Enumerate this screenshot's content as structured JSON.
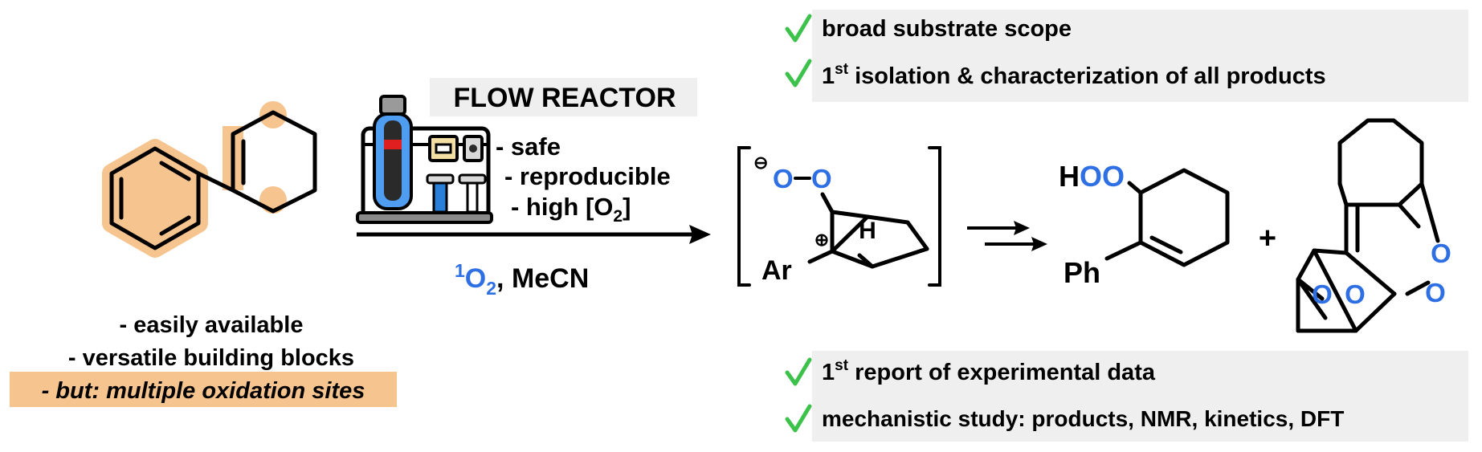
{
  "starting_material": {
    "notes": [
      "- easily available",
      "- versatile building blocks",
      "- but: multiple oxidation sites"
    ],
    "highlight_color": "#f6c48f"
  },
  "reactor": {
    "title": "FLOW REACTOR",
    "bullets": [
      "- safe",
      "- reproducible",
      "- high [O"
    ],
    "o2_subscript": "2",
    "close_bracket": "]",
    "icon": "flow-reactor-icon"
  },
  "conditions": {
    "singlet_superscript": "1",
    "singlet_o": "O",
    "singlet_subscript": "2",
    "solvent": ", MeCN"
  },
  "intermediate": {
    "charge_minus": "⊖",
    "charge_plus": "⊕",
    "peroxide": [
      "O",
      "O"
    ],
    "ar_label": "Ar",
    "h_label": "H"
  },
  "products": {
    "hydroperoxide": {
      "h": "H",
      "oo": "OO",
      "ph": "Ph"
    },
    "plus": "+",
    "endoperoxide_o_labels": [
      "O",
      "O",
      "O",
      "O"
    ]
  },
  "top_checks": {
    "items": [
      {
        "text": "broad substrate scope"
      },
      {
        "pre": "1",
        "sup": "st",
        "text": " isolation & characterization of all products"
      }
    ]
  },
  "bottom_checks": {
    "items": [
      {
        "pre": "1",
        "sup": "st",
        "text": " report of experimental data"
      },
      {
        "text": "mechanistic study: products, NMR, kinetics, DFT"
      }
    ]
  },
  "colors": {
    "check": "#3cc24a",
    "oxygen_blue": "#2f6fe4",
    "panel_gray": "#efefef",
    "highlight": "#f6c48f"
  }
}
